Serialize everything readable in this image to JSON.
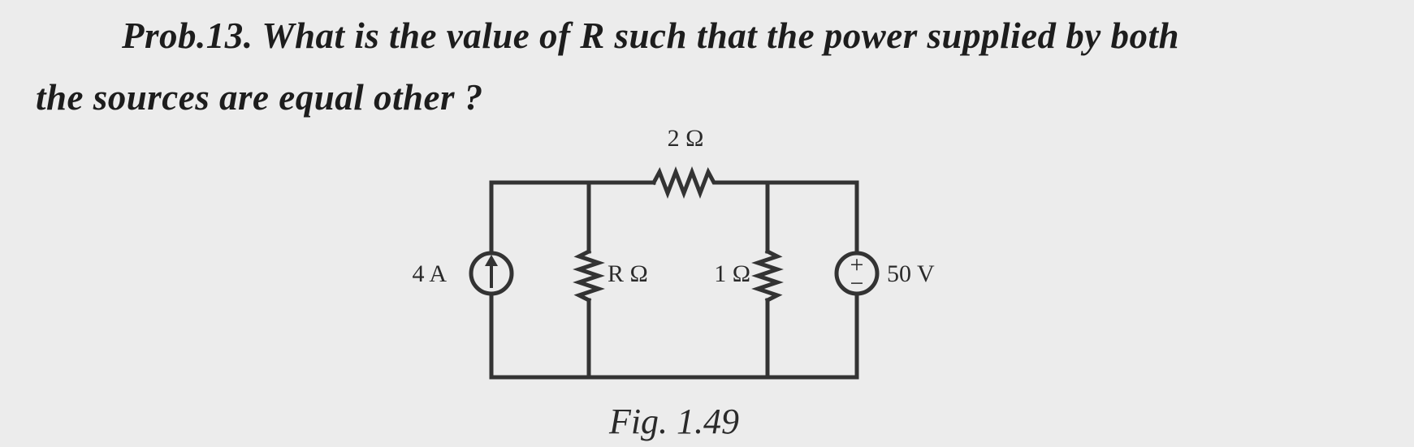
{
  "problem": {
    "line1": "Prob.13. What is the value of R such that the power supplied by both",
    "line2": "the sources are equal other ?"
  },
  "circuit": {
    "top_resistor_label": "2 Ω",
    "current_source_label": "4 A",
    "left_resistor_label": "R Ω",
    "right_resistor_label": "1 Ω",
    "voltage_source_label": "50 V",
    "plus_sign": "+",
    "minus_sign": "−"
  },
  "caption": "Fig. 1.49",
  "colors": {
    "wire": "#333333",
    "text": "#222222",
    "background": "#ececec"
  }
}
